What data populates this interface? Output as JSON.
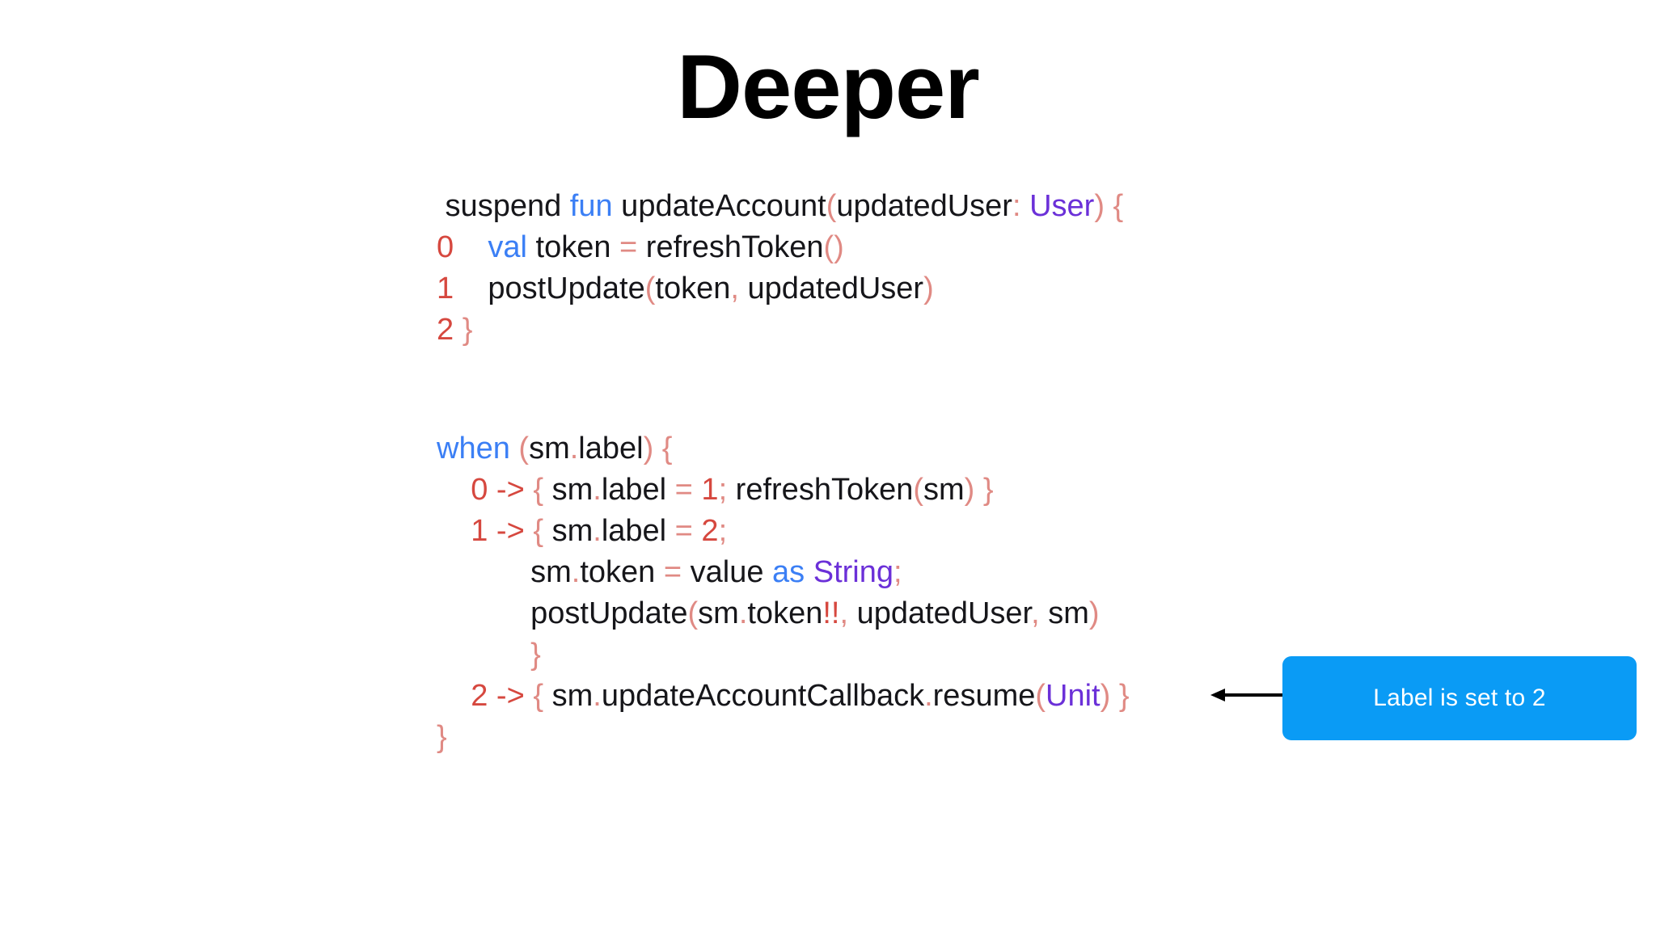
{
  "slide": {
    "title": "Deeper",
    "background_color": "#ffffff"
  },
  "palette": {
    "plain": "#16161a",
    "keyword": "#3b7ff5",
    "type": "#6b30d8",
    "punctuation": "#e08a84",
    "number": "#d6483f",
    "callout_background": "#0a9bf5",
    "callout_text": "#ffffff",
    "arrow": "#000000"
  },
  "code_suspend": {
    "name": "suspend-function-source",
    "lines": [
      {
        "id": "s1",
        "text": " suspend fun updateAccount(updatedUser: User) {"
      },
      {
        "id": "s2",
        "text": "0   val token = refreshToken()"
      },
      {
        "id": "s3",
        "text": "1   postUpdate(token, updatedUser)"
      },
      {
        "id": "s4",
        "text": "2 }"
      }
    ],
    "tokens": [
      [
        {
          "t": " suspend ",
          "c": "plain"
        },
        {
          "t": "fun",
          "c": "keyword"
        },
        {
          "t": " updateAccount",
          "c": "plain"
        },
        {
          "t": "(",
          "c": "punctuation"
        },
        {
          "t": "updatedUser",
          "c": "plain"
        },
        {
          "t": ":",
          "c": "punctuation"
        },
        {
          "t": " ",
          "c": "plain"
        },
        {
          "t": "User",
          "c": "type"
        },
        {
          "t": ")",
          "c": "punctuation"
        },
        {
          "t": " ",
          "c": "plain"
        },
        {
          "t": "{",
          "c": "punctuation"
        }
      ],
      [
        {
          "t": "0",
          "c": "number"
        },
        {
          "t": "    ",
          "c": "plain"
        },
        {
          "t": "val",
          "c": "keyword"
        },
        {
          "t": " token ",
          "c": "plain"
        },
        {
          "t": "=",
          "c": "punctuation"
        },
        {
          "t": " refreshToken",
          "c": "plain"
        },
        {
          "t": "()",
          "c": "punctuation"
        }
      ],
      [
        {
          "t": "1",
          "c": "number"
        },
        {
          "t": "    postUpdate",
          "c": "plain"
        },
        {
          "t": "(",
          "c": "punctuation"
        },
        {
          "t": "token",
          "c": "plain"
        },
        {
          "t": ",",
          "c": "punctuation"
        },
        {
          "t": " updatedUser",
          "c": "plain"
        },
        {
          "t": ")",
          "c": "punctuation"
        }
      ],
      [
        {
          "t": "2",
          "c": "number"
        },
        {
          "t": " ",
          "c": "plain"
        },
        {
          "t": "}",
          "c": "punctuation"
        }
      ]
    ]
  },
  "code_statemachine": {
    "name": "state-machine-when-block",
    "lines": [
      {
        "id": "w1",
        "text": "when (sm.label) {"
      },
      {
        "id": "w2",
        "text": "   0 -> { sm.label = 1; refreshToken(sm) }"
      },
      {
        "id": "w3",
        "text": "   1 -> { sm.label = 2;"
      },
      {
        "id": "w4",
        "text": "          sm.token = value as String;"
      },
      {
        "id": "w5",
        "text": "          postUpdate(sm.token!!, updatedUser, sm)"
      },
      {
        "id": "w6",
        "text": "          }"
      },
      {
        "id": "w7",
        "text": "   2 -> { sm.updateAccountCallback.resume(Unit) }"
      },
      {
        "id": "w8",
        "text": "}"
      }
    ],
    "tokens": [
      [
        {
          "t": "when",
          "c": "keyword"
        },
        {
          "t": " ",
          "c": "plain"
        },
        {
          "t": "(",
          "c": "punctuation"
        },
        {
          "t": "sm",
          "c": "plain"
        },
        {
          "t": ".",
          "c": "punctuation"
        },
        {
          "t": "label",
          "c": "plain"
        },
        {
          "t": ")",
          "c": "punctuation"
        },
        {
          "t": " ",
          "c": "plain"
        },
        {
          "t": "{",
          "c": "punctuation"
        }
      ],
      [
        {
          "t": "    ",
          "c": "plain"
        },
        {
          "t": "0 -> ",
          "c": "number"
        },
        {
          "t": "{",
          "c": "punctuation"
        },
        {
          "t": " sm",
          "c": "plain"
        },
        {
          "t": ".",
          "c": "punctuation"
        },
        {
          "t": "label ",
          "c": "plain"
        },
        {
          "t": "= ",
          "c": "punctuation"
        },
        {
          "t": "1",
          "c": "number"
        },
        {
          "t": ";",
          "c": "punctuation"
        },
        {
          "t": " refreshToken",
          "c": "plain"
        },
        {
          "t": "(",
          "c": "punctuation"
        },
        {
          "t": "sm",
          "c": "plain"
        },
        {
          "t": ")",
          "c": "punctuation"
        },
        {
          "t": " ",
          "c": "plain"
        },
        {
          "t": "}",
          "c": "punctuation"
        }
      ],
      [
        {
          "t": "    ",
          "c": "plain"
        },
        {
          "t": "1 -> ",
          "c": "number"
        },
        {
          "t": "{",
          "c": "punctuation"
        },
        {
          "t": " sm",
          "c": "plain"
        },
        {
          "t": ".",
          "c": "punctuation"
        },
        {
          "t": "label ",
          "c": "plain"
        },
        {
          "t": "= ",
          "c": "punctuation"
        },
        {
          "t": "2",
          "c": "number"
        },
        {
          "t": ";",
          "c": "punctuation"
        }
      ],
      [
        {
          "t": "           sm",
          "c": "plain"
        },
        {
          "t": ".",
          "c": "punctuation"
        },
        {
          "t": "token ",
          "c": "plain"
        },
        {
          "t": "= ",
          "c": "punctuation"
        },
        {
          "t": "value ",
          "c": "plain"
        },
        {
          "t": "as",
          "c": "keyword"
        },
        {
          "t": " ",
          "c": "plain"
        },
        {
          "t": "String",
          "c": "type"
        },
        {
          "t": ";",
          "c": "punctuation"
        }
      ],
      [
        {
          "t": "           postUpdate",
          "c": "plain"
        },
        {
          "t": "(",
          "c": "punctuation"
        },
        {
          "t": "sm",
          "c": "plain"
        },
        {
          "t": ".",
          "c": "punctuation"
        },
        {
          "t": "token",
          "c": "plain"
        },
        {
          "t": "!!",
          "c": "number"
        },
        {
          "t": ",",
          "c": "punctuation"
        },
        {
          "t": " updatedUser",
          "c": "plain"
        },
        {
          "t": ",",
          "c": "punctuation"
        },
        {
          "t": " sm",
          "c": "plain"
        },
        {
          "t": ")",
          "c": "punctuation"
        }
      ],
      [
        {
          "t": "           ",
          "c": "plain"
        },
        {
          "t": "}",
          "c": "punctuation"
        }
      ],
      [
        {
          "t": "    ",
          "c": "plain"
        },
        {
          "t": "2 -> ",
          "c": "number"
        },
        {
          "t": "{",
          "c": "punctuation"
        },
        {
          "t": " sm",
          "c": "plain"
        },
        {
          "t": ".",
          "c": "punctuation"
        },
        {
          "t": "updateAccountCallback",
          "c": "plain"
        },
        {
          "t": ".",
          "c": "punctuation"
        },
        {
          "t": "resume",
          "c": "plain"
        },
        {
          "t": "(",
          "c": "punctuation"
        },
        {
          "t": "Unit",
          "c": "type"
        },
        {
          "t": ")",
          "c": "punctuation"
        },
        {
          "t": " ",
          "c": "plain"
        },
        {
          "t": "}",
          "c": "punctuation"
        }
      ],
      [
        {
          "t": "}",
          "c": "punctuation"
        }
      ]
    ]
  },
  "callout": {
    "label": "Label is set to 2",
    "arrow_direction": "left"
  }
}
